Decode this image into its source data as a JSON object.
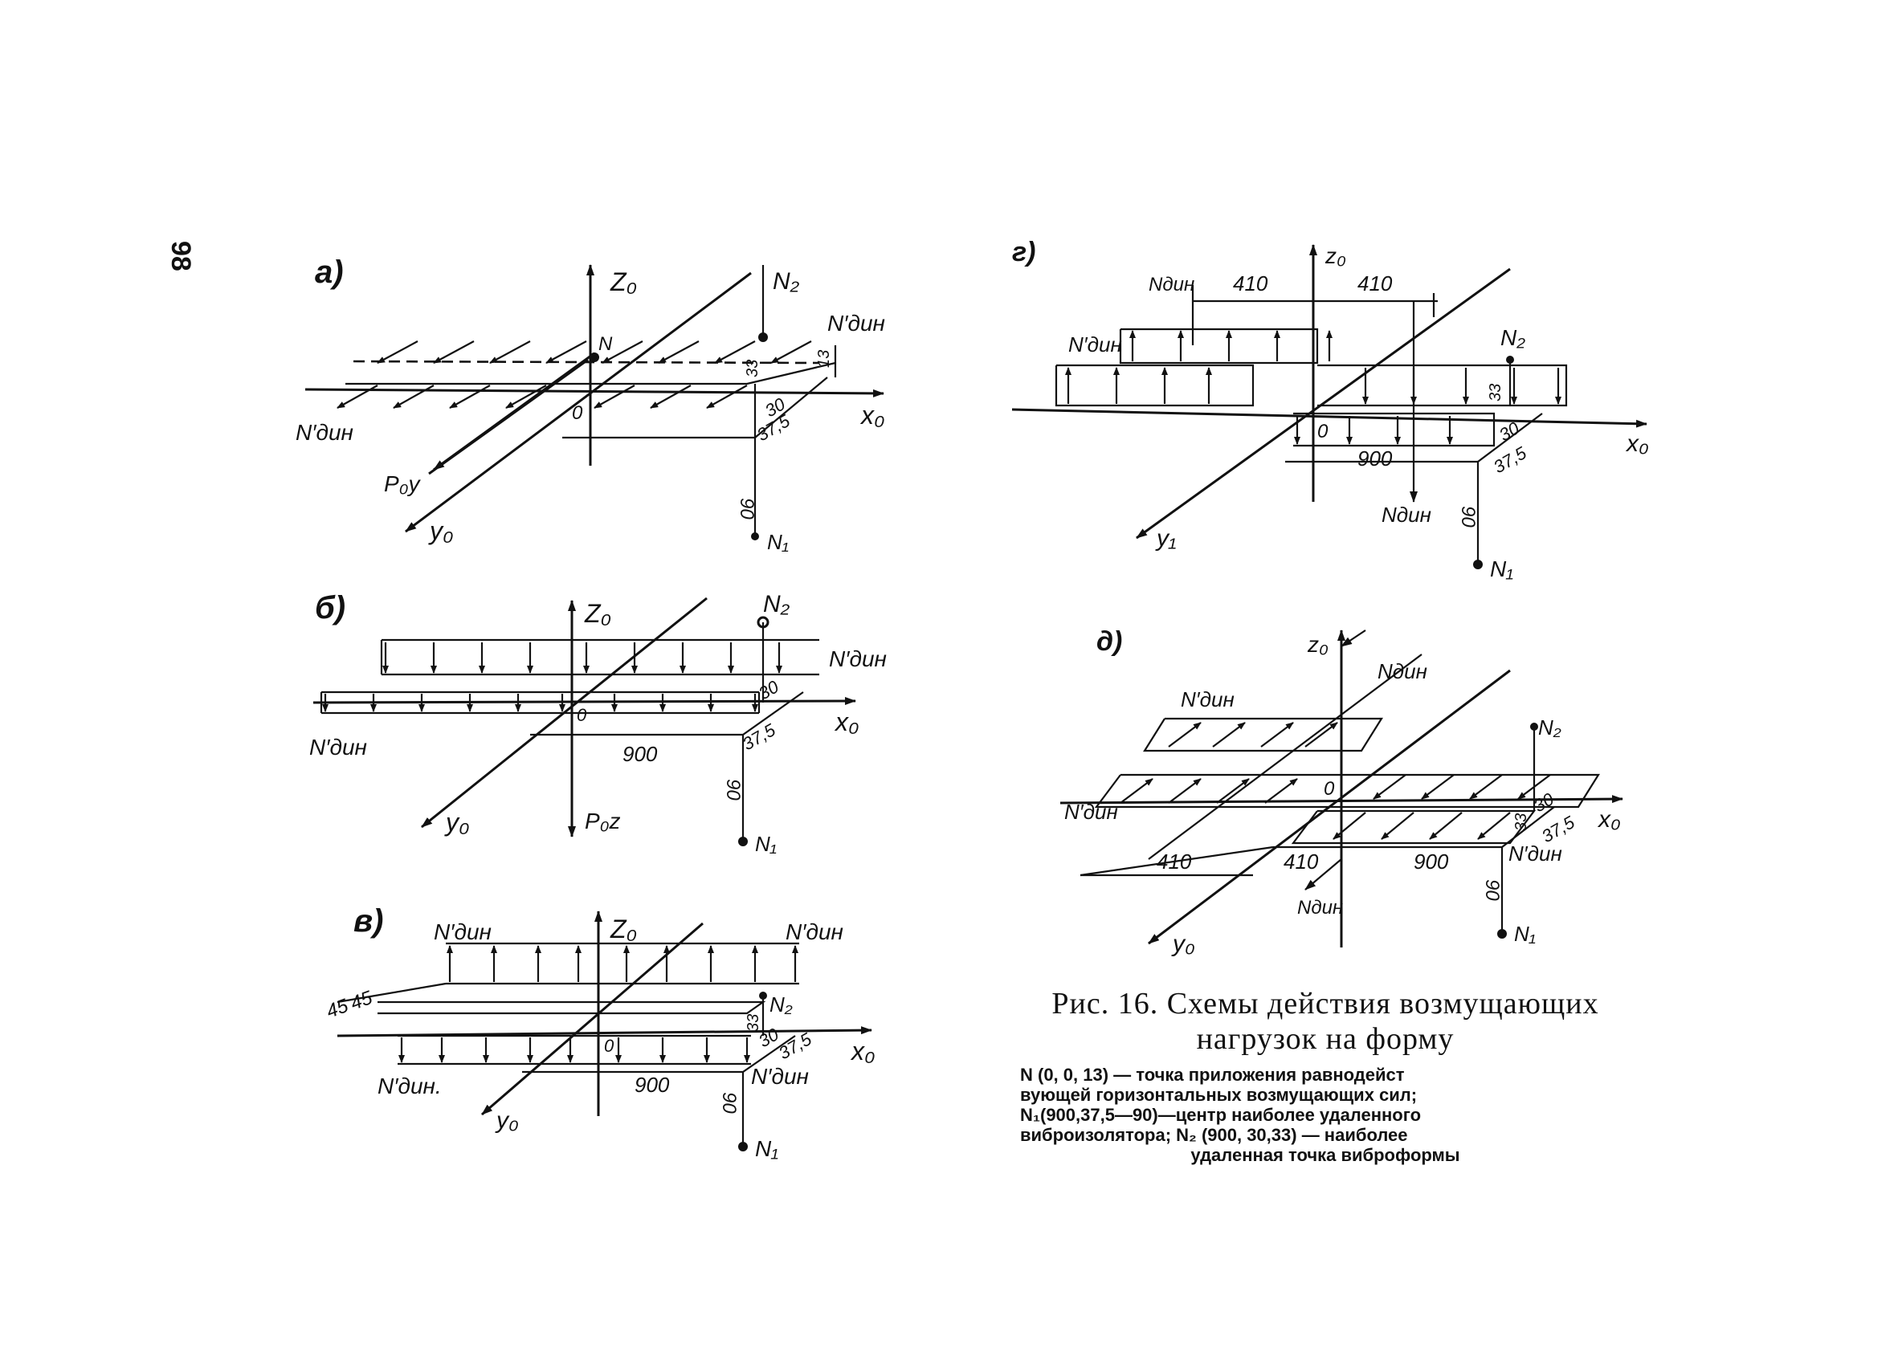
{
  "page_number": "98",
  "panels": {
    "a": {
      "tag": "а)",
      "z": "Z₀",
      "x": "x₀",
      "y": "y₀",
      "n": "N",
      "n1": "N₁",
      "n2": "N₂",
      "ndyn_top": "N′дин",
      "ndyn_left": "N′дин",
      "p": "P₀y",
      "dims": [
        "33",
        "13",
        "30",
        "37,5",
        "90"
      ],
      "origin": "0"
    },
    "b": {
      "tag": "б)",
      "z": "Z₀",
      "x": "x₀",
      "y": "y₀",
      "n1": "N₁",
      "n2": "N₂",
      "ndyn_top": "N′дин",
      "ndyn_left": "N′дин",
      "p": "P₀z",
      "dims": [
        "30",
        "37,5",
        "900",
        "90"
      ],
      "origin": "0"
    },
    "v": {
      "tag": "в)",
      "z": "Z₀",
      "x": "x₀",
      "y": "y₀",
      "n2": "N₂",
      "n1": "N₁",
      "ndyn_tl": "N′дин",
      "ndyn_tr": "N′дин",
      "ndyn_bl": "N′дин.",
      "ndyn_br": "N′дин",
      "dims": [
        "45",
        "45",
        "33",
        "30",
        "37,5",
        "900",
        "90"
      ],
      "origin": "0"
    },
    "g": {
      "tag": "г)",
      "z": "z₀",
      "x": "x₀",
      "y": "y₁",
      "n2": "N₂",
      "n1": "N₁",
      "ndyn_top": "Nдин",
      "ndyn_mid": "N′дин",
      "ndyn_low": "Nдин",
      "dims": [
        "410",
        "410",
        "33",
        "30",
        "37,5",
        "900",
        "90"
      ],
      "origin": "0"
    },
    "d": {
      "tag": "д)",
      "z": "z₀",
      "x": "x₀",
      "y": "y₀",
      "n2": "N₂",
      "n1": "N₁",
      "ndyn_top": "Nдин",
      "ndyn_a": "N′дин",
      "ndyn_b": "N′дин",
      "ndyn_c": "N′дин",
      "ndyn_low": "Nдин",
      "dims": [
        "410",
        "410",
        "900",
        "33",
        "30",
        "37,5",
        "90"
      ],
      "origin": "0"
    }
  },
  "caption": {
    "title1": "Рис. 16. Схемы действия возмущающих",
    "title2": "нагрузок на форму",
    "note1": "N (0, 0, 13) — точка приложения равнодейст",
    "note2": "вующей горизонтальных возмущающих сил;",
    "note3": "N₁(900,37,5—90)—центр наиболее удаленного",
    "note4": "виброизолятора; N₂ (900, 30,33) — наиболее",
    "note5": "удаленная точка виброформы"
  }
}
